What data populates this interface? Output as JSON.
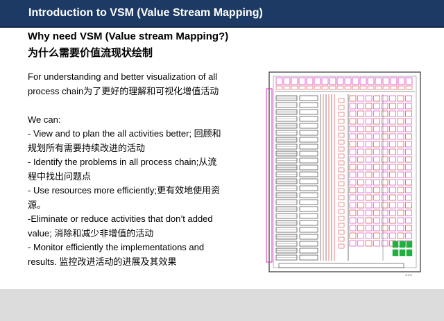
{
  "header": {
    "title": "Introduction to VSM (Value Stream Mapping)"
  },
  "subtitle": {
    "english": "Why need VSM (Value stream Mapping?)",
    "chinese": "为什么需要价值流现状绘制"
  },
  "body": {
    "intro_lines": [
      "For understanding  and better visualization of all",
      "process chain为了更好的理解和可视化增值活动"
    ],
    "we_can_label": "We can:",
    "bullet_lines": [
      "- View and to plan the all activities better; 回顾和",
      "规划所有需要持续改进的活动",
      "- Identify the problems  in all process chain;从流",
      "程中找出问题点",
      "- Use resources more efficiently;更有效地使用资",
      "源。",
      "-Eliminate or reduce activities that don’t added",
      "value; 消除和减少非增值的活动",
      "- Monitor efficiently the implementations  and",
      "results.  监控改进活动的进展及其效果"
    ]
  },
  "colors": {
    "header_background": "#1c3a63",
    "drawing_magenta": "#e020c0",
    "drawing_red": "#e02020",
    "drawing_green": "#20b040",
    "footer_band": "#dcdcdc"
  }
}
